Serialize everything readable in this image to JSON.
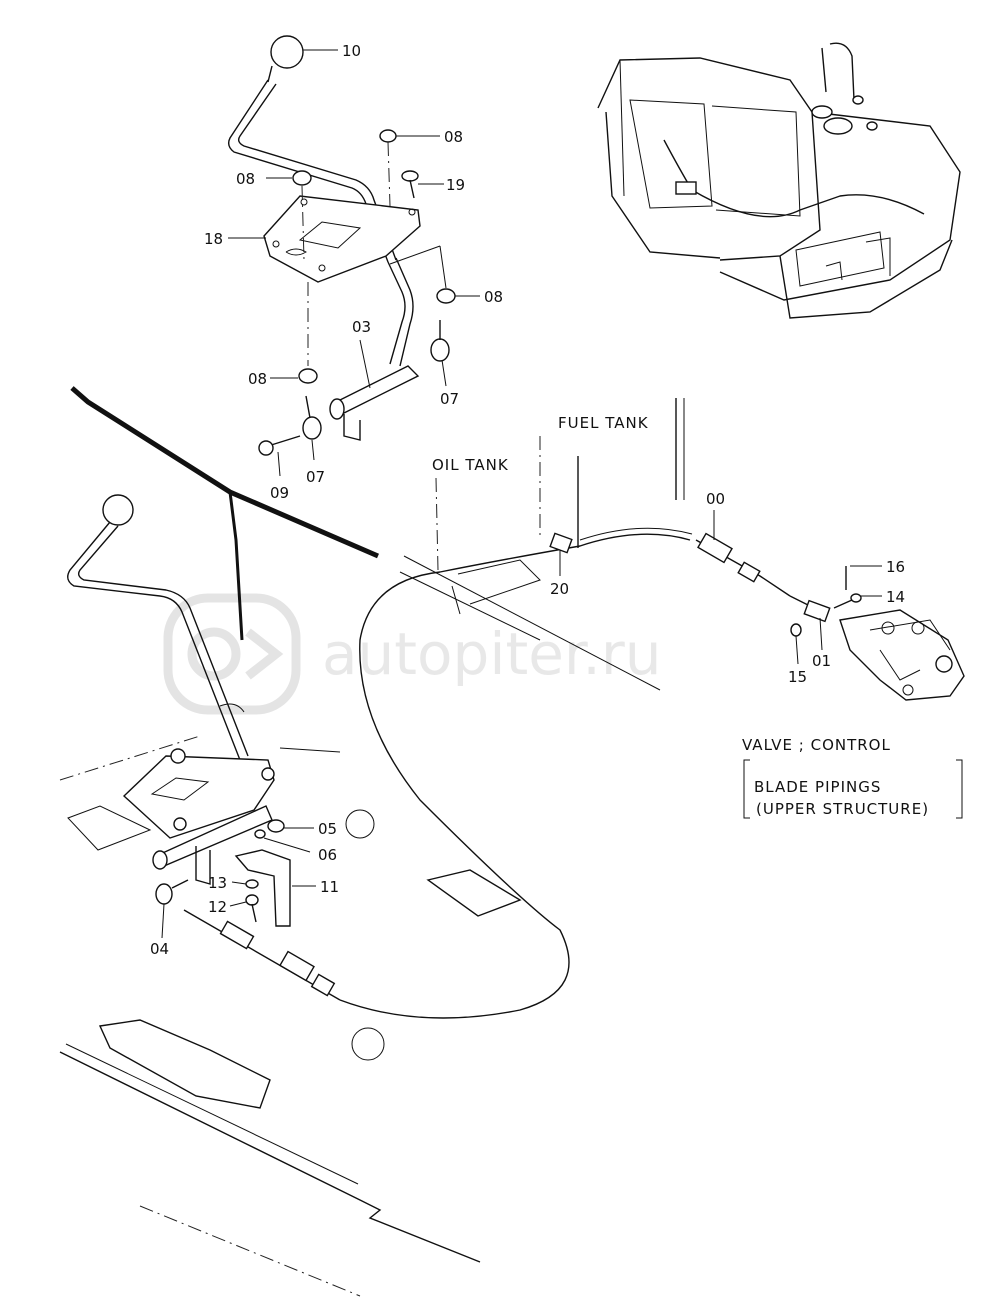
{
  "diagram": {
    "part_callouts": [
      "10",
      "08",
      "08",
      "19",
      "18",
      "08",
      "03",
      "08",
      "07",
      "07",
      "09",
      "00",
      "20",
      "16",
      "14",
      "01",
      "15",
      "05",
      "06",
      "11",
      "13",
      "12",
      "04"
    ],
    "tank_labels": {
      "oil": "OIL TANK",
      "fuel": "FUEL TANK"
    },
    "caption": {
      "title": "VALVE ; CONTROL",
      "line1": "BLADE PIPINGS",
      "line2": "(UPPER STRUCTURE)"
    },
    "watermark": "autopiter.ru"
  }
}
